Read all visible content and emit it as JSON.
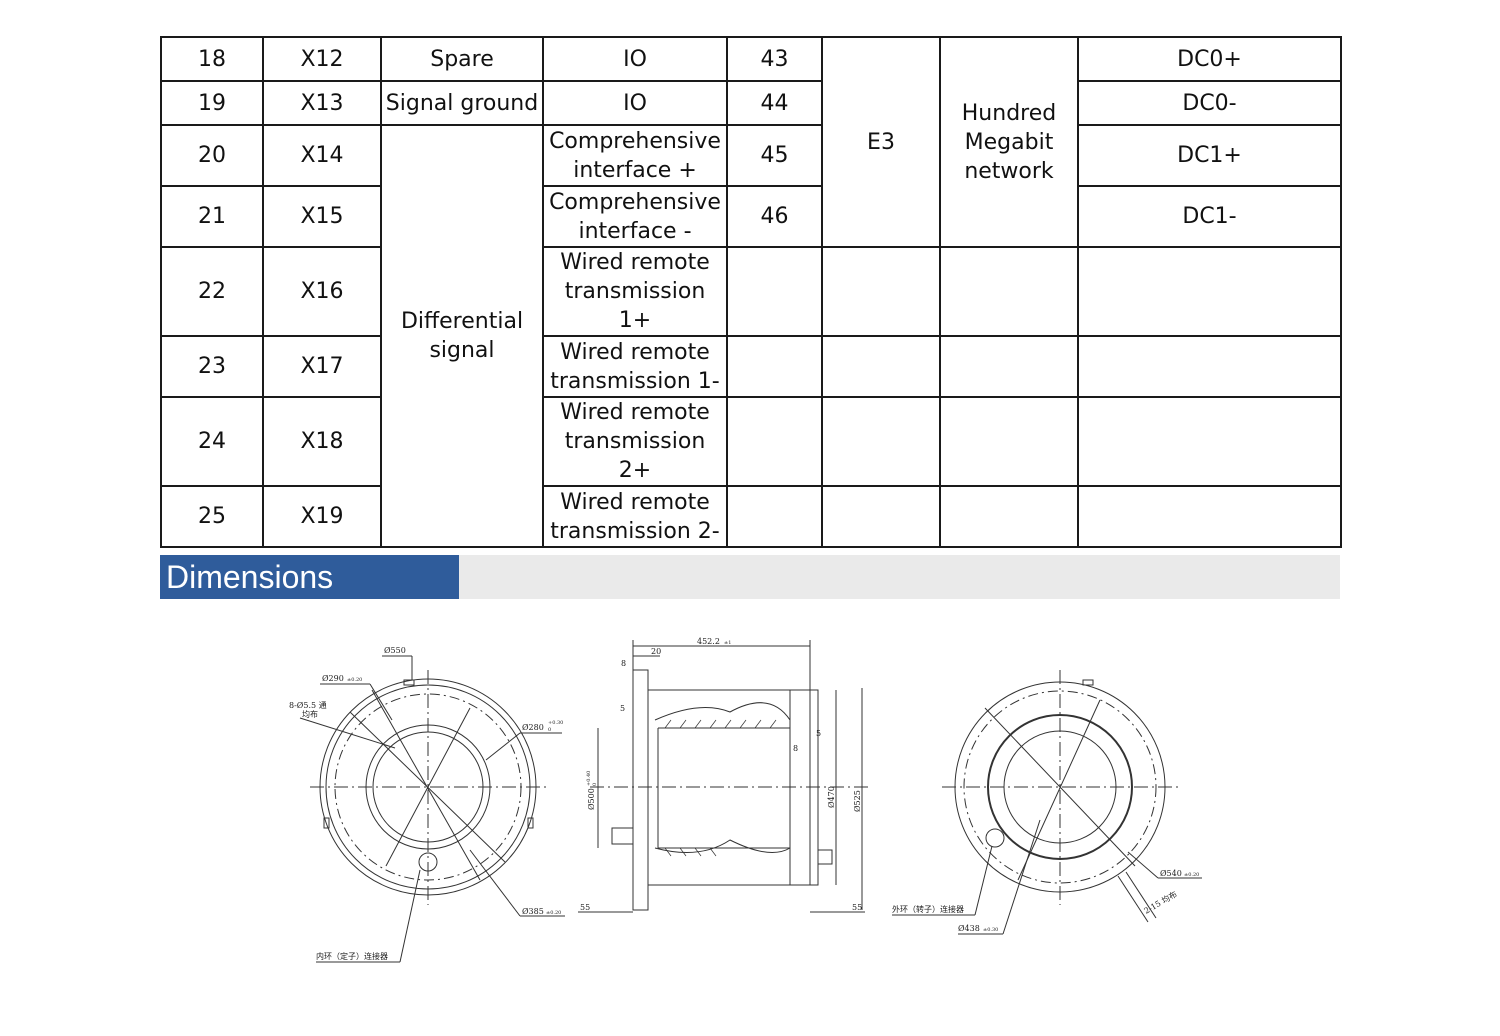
{
  "pin_table": {
    "rows": [
      {
        "no": "18",
        "pin": "X12",
        "function": "Spare",
        "type": "IO",
        "no2": "43",
        "dc": "DC0+"
      },
      {
        "no": "19",
        "pin": "X13",
        "function": "Signal ground",
        "type": "IO",
        "no2": "44",
        "dc": "DC0-"
      },
      {
        "no": "20",
        "pin": "X14",
        "type": "Comprehensive\ninterface +",
        "no2": "45",
        "dc": "DC1+"
      },
      {
        "no": "21",
        "pin": "X15",
        "type": "Comprehensive\ninterface -",
        "no2": "46",
        "dc": "DC1-"
      },
      {
        "no": "22",
        "pin": "X16",
        "type": "Wired remote\ntransmission 1+",
        "no2": "",
        "dc": ""
      },
      {
        "no": "23",
        "pin": "X17",
        "type": "Wired remote\ntransmission 1-",
        "no2": "",
        "dc": ""
      },
      {
        "no": "24",
        "pin": "X18",
        "type": "Wired remote\ntransmission 2+",
        "no2": "",
        "dc": ""
      },
      {
        "no": "25",
        "pin": "X19",
        "type": "Wired remote\ntransmission 2-",
        "no2": "",
        "dc": ""
      }
    ],
    "diff_signal": "Differential\nsignal",
    "group_code": "E3",
    "group_name": "Hundred\nMegabit\nnetwork"
  },
  "section": {
    "title": "Dimensions"
  },
  "drawing": {
    "left": {
      "d550": "Ø550",
      "d290": "Ø290",
      "d290_tol": "±0.20",
      "holes": "8-Ø5.5 通",
      "holes_2": "均布",
      "d280": "Ø280",
      "d280_tol_up": "+0.30",
      "d280_tol_dn": "0",
      "d385": "Ø385",
      "d385_tol": "±0.20",
      "connector": "内环（定子）连接器"
    },
    "mid": {
      "length": "452.2",
      "length_tol": "±1",
      "t20": "20",
      "t8a": "8",
      "t5a": "5",
      "t5b": "5",
      "t8b": "8",
      "d500": "Ø500",
      "d500_tol_up": "+0.40",
      "d500_tol_dn": "0",
      "d470": "Ø470",
      "d525": "Ø525",
      "l55a": "55",
      "l55b": "55"
    },
    "right": {
      "connector": "外环（转子）连接器",
      "d540": "Ø540",
      "d540_tol": "±0.20",
      "d438": "Ø438",
      "d438_tol": "±0.30",
      "holes": "2-15 均布"
    }
  }
}
